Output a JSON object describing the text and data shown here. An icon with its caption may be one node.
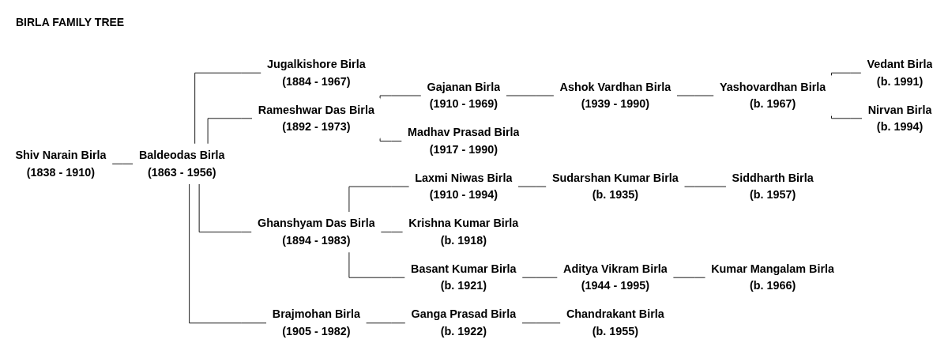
{
  "diagram": {
    "title": "BIRLA FAMILY TREE",
    "nodes": [
      {
        "text": [
          "Shiv Narain Birla",
          "(1838 - 1910)"
        ]
      },
      {
        "text": [
          "Baldeodas Birla",
          "(1863 - 1956)"
        ]
      },
      {
        "text": [
          "Jugalkishore Birla",
          "(1884 - 1967)"
        ]
      },
      {
        "text": [
          "Rameshwar Das Birla",
          "(1892 - 1973)"
        ]
      },
      {
        "text": [
          "Gajanan Birla",
          "(1910 - 1969)"
        ]
      },
      {
        "text": [
          "Ashok Vardhan Birla",
          "(1939 - 1990)"
        ]
      },
      {
        "text": [
          "Yashovardhan Birla",
          "(b. 1967)"
        ]
      },
      {
        "text": [
          "Vedant Birla",
          "(b. 1991)"
        ]
      },
      {
        "text": [
          "Nirvan Birla",
          "(b. 1994)"
        ]
      },
      {
        "text": [
          "Madhav Prasad Birla",
          "(1917 - 1990)"
        ]
      },
      {
        "text": [
          "Ghanshyam Das Birla",
          "(1894 - 1983)"
        ]
      },
      {
        "text": [
          "Laxmi Niwas Birla",
          "(1910 - 1994)"
        ]
      },
      {
        "text": [
          "Sudarshan Kumar Birla",
          "(b. 1935)"
        ]
      },
      {
        "text": [
          "Siddharth Birla",
          "(b. 1957)"
        ]
      },
      {
        "text": [
          "Krishna Kumar Birla",
          "(b. 1918)"
        ]
      },
      {
        "text": [
          "Basant Kumar Birla",
          "(b. 1921)"
        ]
      },
      {
        "text": [
          "Aditya Vikram Birla",
          "(1944 - 1995)"
        ]
      },
      {
        "text": [
          "Kumar Mangalam Birla",
          "(b. 1966)"
        ]
      },
      {
        "text": [
          "Brajmohan Birla",
          "(1905 - 1982)"
        ]
      },
      {
        "text": [
          "Ganga Prasad Birla",
          "(b. 1922)"
        ]
      },
      {
        "text": [
          "Chandrakant Birla",
          "(b. 1955)"
        ]
      }
    ],
    "edges": [
      {
        "from": 0,
        "to": 1,
        "arrow": "none"
      },
      {
        "from": 1,
        "to": 2,
        "arrow": "none"
      },
      {
        "from": 1,
        "to": 3,
        "arrow": "none"
      },
      {
        "from": 3,
        "to": 4,
        "arrow": "none"
      },
      {
        "from": 4,
        "to": 5,
        "arrow": "none"
      },
      {
        "from": 5,
        "to": 6,
        "arrow": "none"
      },
      {
        "from": 6,
        "to": 7,
        "arrow": "none"
      },
      {
        "from": 6,
        "to": 8,
        "arrow": "none"
      },
      {
        "from": 3,
        "to": 9,
        "arrow": "none"
      },
      {
        "from": 1,
        "to": 10,
        "arrow": "none"
      },
      {
        "from": 10,
        "to": 11,
        "arrow": "none"
      },
      {
        "from": 11,
        "to": 12,
        "arrow": "none"
      },
      {
        "from": 12,
        "to": 13,
        "arrow": "none"
      },
      {
        "from": 10,
        "to": 14,
        "arrow": "none"
      },
      {
        "from": 10,
        "to": 15,
        "arrow": "none"
      },
      {
        "from": 15,
        "to": 16,
        "arrow": "none"
      },
      {
        "from": 16,
        "to": 17,
        "arrow": "none"
      },
      {
        "from": 1,
        "to": 18,
        "arrow": "none"
      },
      {
        "from": 18,
        "to": 19,
        "arrow": "none"
      },
      {
        "from": 19,
        "to": 20,
        "arrow": "none"
      }
    ]
  }
}
